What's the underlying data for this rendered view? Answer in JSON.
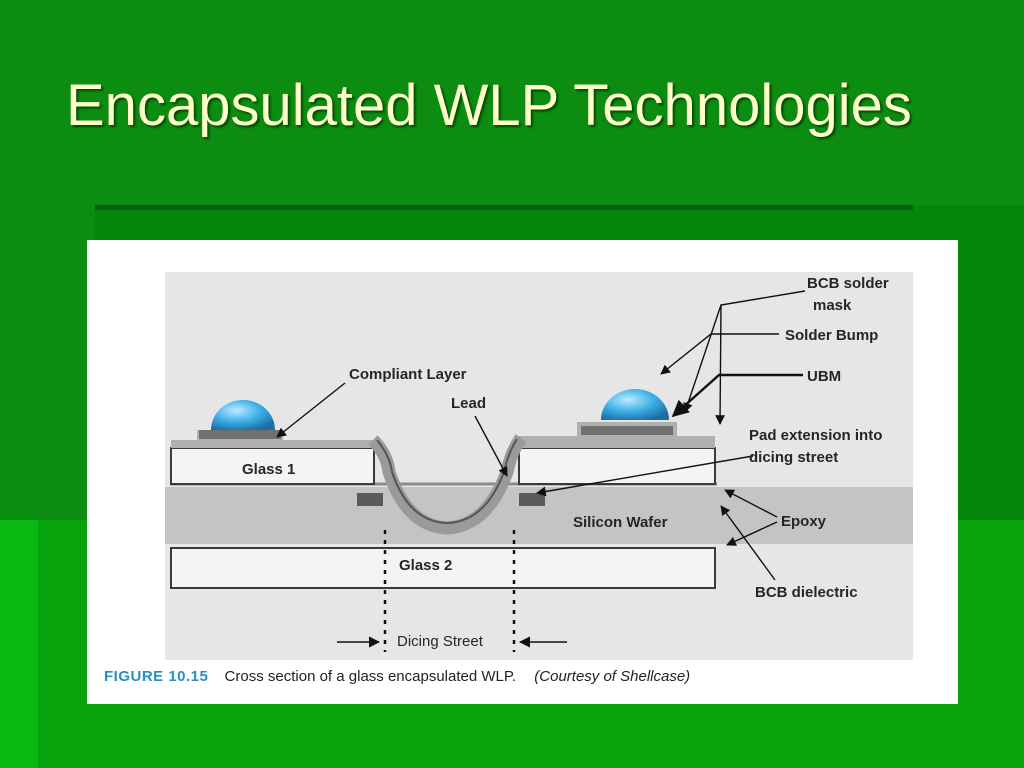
{
  "slide": {
    "title": "Encapsulated WLP Technologies"
  },
  "diagram": {
    "labels": {
      "bcb_solder_mask": [
        "BCB solder",
        "mask"
      ],
      "solder_bump": "Solder Bump",
      "compliant_layer": "Compliant Layer",
      "ubm": "UBM",
      "lead": "Lead",
      "pad_extension": [
        "Pad extension into",
        "dicing  street"
      ],
      "glass_1": "Glass 1",
      "silicon_wafer": "Silicon Wafer",
      "epoxy": "Epoxy",
      "glass_2": "Glass 2",
      "bcb_dielectric": "BCB dielectric",
      "dicing_street": "Dicing Street"
    },
    "colors": {
      "solder_bump": "#3aaee6",
      "silicon_wafer": "#c4c4c4",
      "glass": "#f4f4f4",
      "diagram_bg": "#e6e6e6"
    }
  },
  "caption": {
    "figure_number": "FIGURE 10.15",
    "text": "Cross section of a glass encapsulated WLP.",
    "credit": "(Courtesy of Shellcase)"
  }
}
